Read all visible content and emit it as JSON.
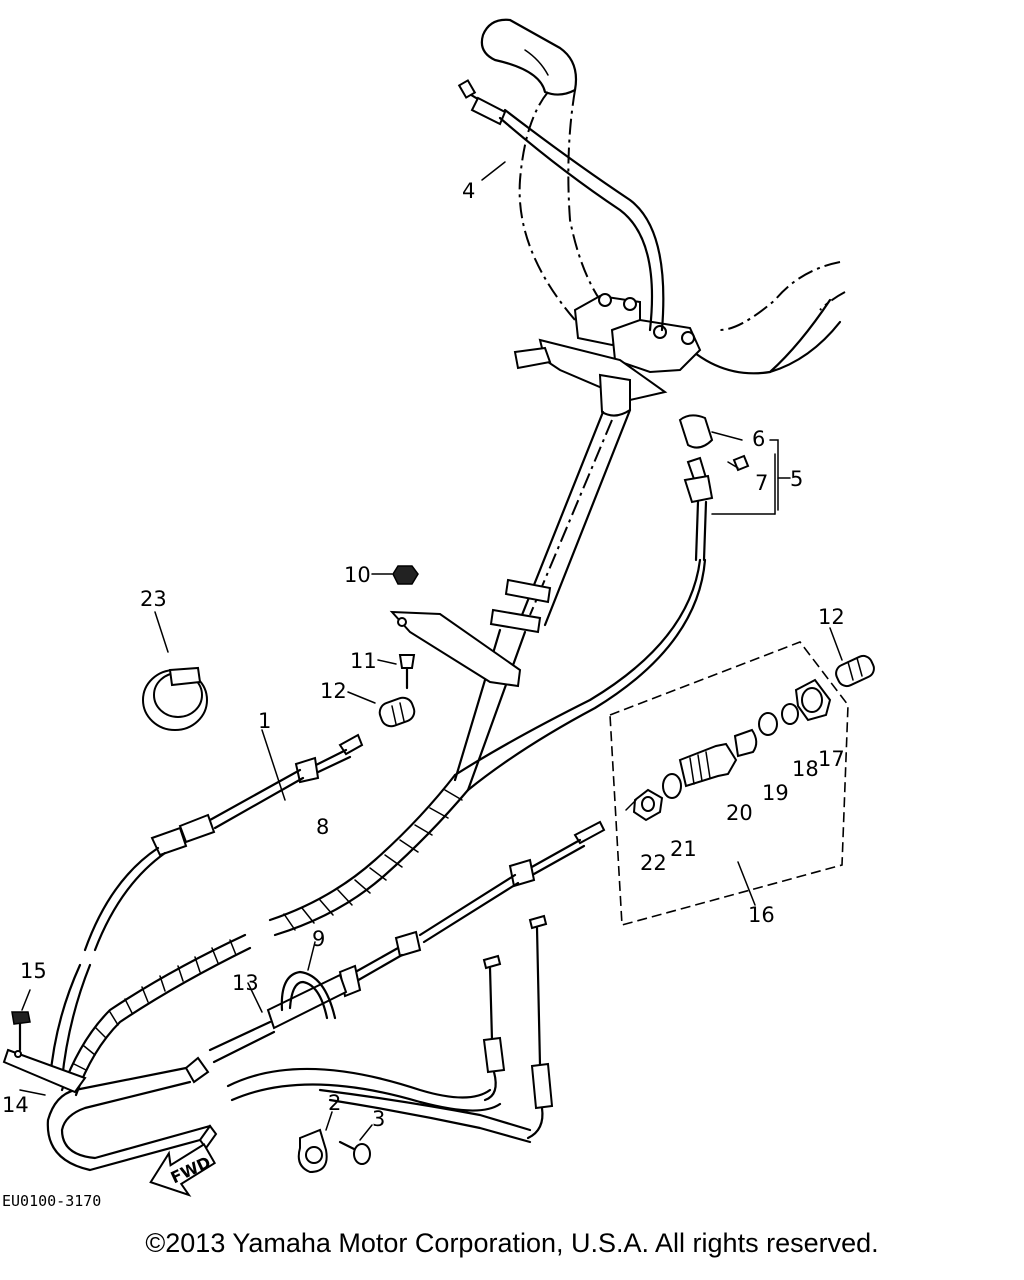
{
  "diagram": {
    "drawing_code": "EU0100-3170",
    "direction_mark": "FWD",
    "part_labels": [
      "1",
      "2",
      "3",
      "4",
      "5",
      "6",
      "7",
      "8",
      "9",
      "10",
      "11",
      "12",
      "12",
      "13",
      "14",
      "15",
      "16",
      "17",
      "18",
      "19",
      "20",
      "21",
      "22",
      "23"
    ]
  },
  "footer": {
    "copyright": "©2013 Yamaha Motor Corporation, U.S.A. All rights reserved."
  }
}
